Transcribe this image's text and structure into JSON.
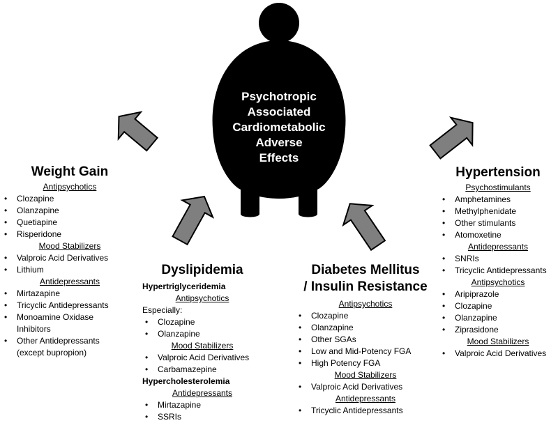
{
  "center": {
    "lines": [
      "Psychotropic",
      "Associated",
      "Cardiometabolic",
      "Adverse",
      "Effects"
    ]
  },
  "colors": {
    "figure": "#000000",
    "arrow_fill": "#7f7f7f",
    "arrow_stroke": "#000000"
  },
  "weight_gain": {
    "title": "Weight Gain",
    "groups": [
      {
        "header": "Antipsychotics",
        "items": [
          "Clozapine",
          "Olanzapine",
          "Quetiapine",
          "Risperidone"
        ]
      },
      {
        "header": "Mood Stabilizers",
        "items": [
          "Valproic Acid Derivatives",
          "Lithium"
        ]
      },
      {
        "header": "Antidepressants",
        "items": [
          "Mirtazapine",
          "Tricyclic Antidepressants",
          "Monoamine Oxidase Inhibitors",
          "Other Antidepressants (except bupropion)"
        ]
      }
    ]
  },
  "dyslipidemia": {
    "title": "Dyslipidemia",
    "sub1": "Hypertriglyceridemia",
    "header1": "Antipsychotics",
    "especially": "Especially:",
    "items1": [
      "Clozapine",
      "Olanzapine"
    ],
    "header2": "Mood Stabilizers",
    "items2": [
      "Valproic Acid Derivatives",
      "Carbamazepine"
    ],
    "sub2": "Hypercholesterolemia",
    "header3": "Antidepressants",
    "items3": [
      "Mirtazapine",
      "SSRIs"
    ]
  },
  "diabetes": {
    "title_line1": "Diabetes Mellitus",
    "title_line2": "/ Insulin Resistance",
    "groups": [
      {
        "header": "Antipsychotics",
        "items": [
          "Clozapine",
          "Olanzapine",
          "Other SGAs",
          "Low and Mid-Potency FGA",
          "High Potency FGA"
        ]
      },
      {
        "header": "Mood Stabilizers",
        "items": [
          "Valproic Acid Derivatives"
        ]
      },
      {
        "header": "Antidepressants",
        "items": [
          "Tricyclic Antidepressants"
        ]
      }
    ]
  },
  "hypertension": {
    "title": "Hypertension",
    "groups": [
      {
        "header": "Psychostimulants",
        "items": [
          "Amphetamines",
          "Methylphenidate",
          "Other stimulants",
          "Atomoxetine"
        ]
      },
      {
        "header": "Antidepressants",
        "items": [
          "SNRIs",
          "Tricyclic Antidepressants"
        ]
      },
      {
        "header": "Antipsychotics",
        "items": [
          "Aripiprazole",
          "Clozapine",
          "Olanzapine",
          "Ziprasidone"
        ]
      },
      {
        "header": "Mood Stabilizers",
        "items": [
          "Valproic Acid Derivatives"
        ]
      }
    ]
  }
}
